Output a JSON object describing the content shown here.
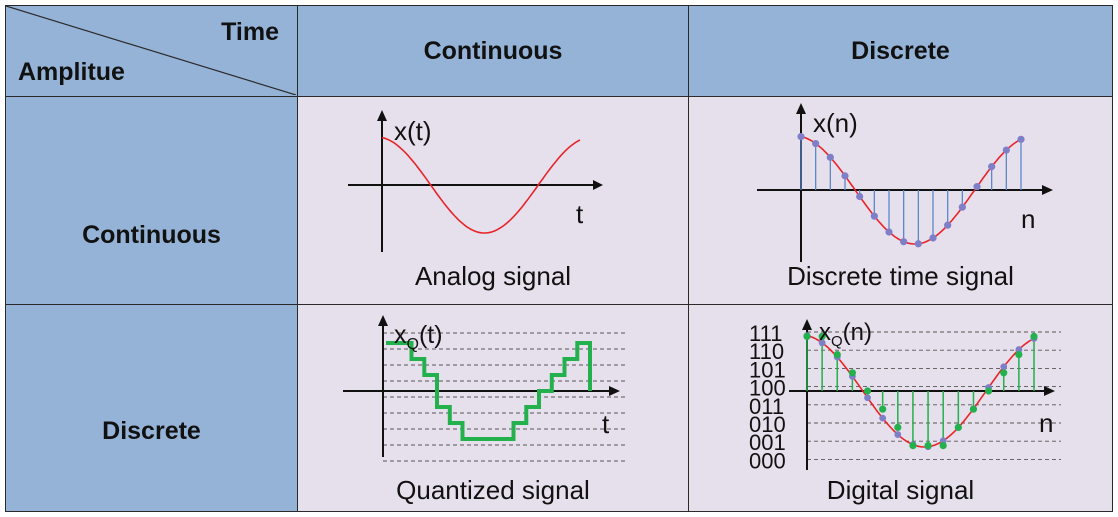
{
  "corner": {
    "top_label": "Time",
    "bottom_label": "Amplitue"
  },
  "columns": [
    "Continuous",
    "Discrete"
  ],
  "rows": [
    "Continuous",
    "Discrete"
  ],
  "plots": {
    "analog": {
      "y_label": "x(t)",
      "x_label": "t",
      "caption": "Analog signal"
    },
    "discrete_time": {
      "y_label": "x(n)",
      "x_label": "n",
      "caption": "Discrete time signal"
    },
    "quantized": {
      "y_label_base": "x",
      "y_label_sub": "Q",
      "y_label_arg": "(t)",
      "x_label": "t",
      "caption": "Quantized signal"
    },
    "digital": {
      "y_label_base": "x",
      "y_label_sub": "Q",
      "y_label_arg": "(n)",
      "x_label": "n",
      "caption": "Digital signal",
      "levels": [
        "111",
        "110",
        "101",
        "100",
        "011",
        "010",
        "001",
        "000"
      ]
    }
  },
  "colors": {
    "header_bg": "#95b3d7",
    "cell_bg": "#e6e0ec",
    "signal": "#e8242a",
    "stem": "#5b86c9",
    "sample_dot": "#7f7fc8",
    "quant": "#22b14c",
    "digital_dot": "#22b14c"
  }
}
